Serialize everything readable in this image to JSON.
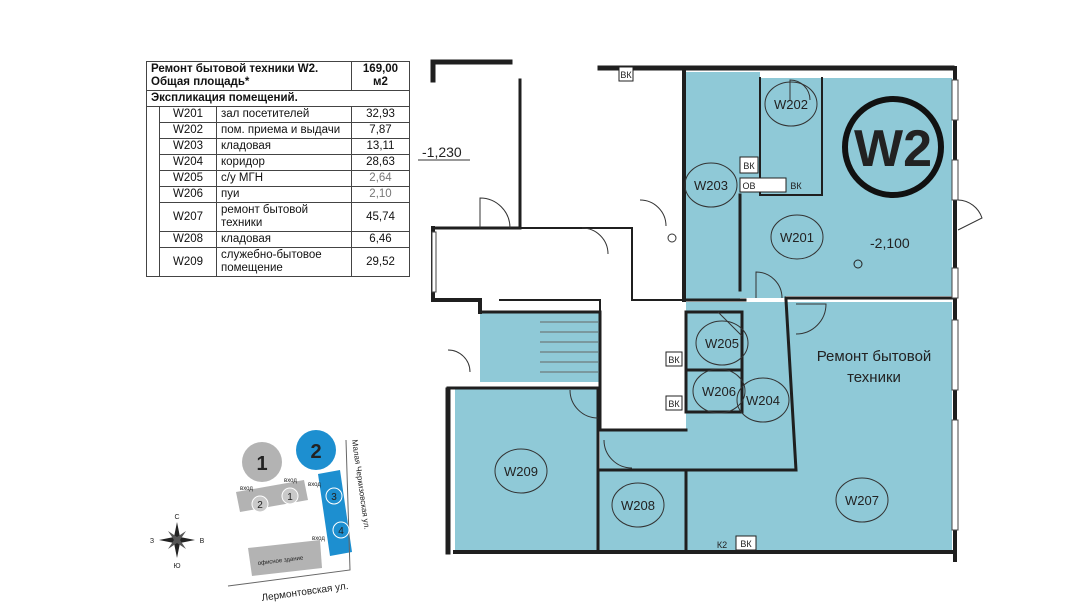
{
  "legend": {
    "title": "Ремонт бытовой техники W2.",
    "subtitle": "Общая площадь*",
    "total_area": "169,00 м2",
    "explication": "Экспликация помещений.",
    "rooms": [
      {
        "code": "W201",
        "name": "зал посетителей",
        "area": "32,93"
      },
      {
        "code": "W202",
        "name": "пом. приема и выдачи",
        "area": "7,87"
      },
      {
        "code": "W203",
        "name": "кладовая",
        "area": "13,11"
      },
      {
        "code": "W204",
        "name": "коридор",
        "area": "28,63"
      },
      {
        "code": "W205",
        "name": "с/у МГН",
        "area": "2,64"
      },
      {
        "code": "W206",
        "name": "пуи",
        "area": "2,10"
      },
      {
        "code": "W207",
        "name": "ремонт бытовой техники",
        "area": "45,74"
      },
      {
        "code": "W208",
        "name": "кладовая",
        "area": "6,46"
      },
      {
        "code": "W209",
        "name": "служебно-бытовое помещение",
        "area": "29,52"
      }
    ]
  },
  "plan": {
    "unit_badge": "W2",
    "level_1": "-1,230",
    "level_2": "-2,100",
    "main_room_line1": "Ремонт бытовой",
    "main_room_line2": "техники",
    "tags": {
      "bk": "ВК",
      "ov": "ОВ",
      "k2": "К2"
    },
    "rooms": [
      "W201",
      "W202",
      "W203",
      "W204",
      "W205",
      "W206",
      "W207",
      "W208",
      "W209"
    ]
  },
  "site_map": {
    "building_1": "1",
    "building_2": "2",
    "entrances": [
      "2",
      "1",
      "3",
      "4"
    ],
    "entrance_label": "вход",
    "office": "офисное здание",
    "street_1": "Лермонтовская ул.",
    "street_2": "Малая Черкизовская ул."
  },
  "compass": {
    "n": "С",
    "s": "Ю",
    "w": "З",
    "e": "В"
  },
  "colors": {
    "room_fill": "#8fc9d7",
    "wall": "#1f1f1f",
    "badge_blue": "#1d8fd0",
    "building_gray": "#b3b3b3"
  }
}
